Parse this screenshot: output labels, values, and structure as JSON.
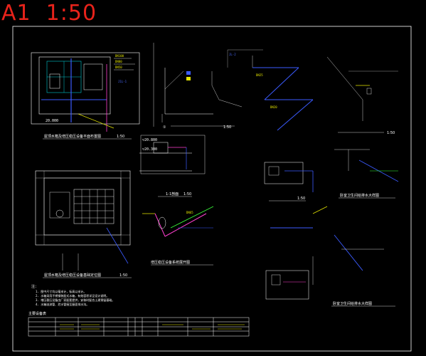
{
  "drawing": {
    "scale_label": "A1  1:50",
    "colors": {
      "background": "#000000",
      "frame": "#ffffff",
      "scale_label": "#e8231b",
      "pipe_supply": "#3b5bff",
      "pipe_drain": "#e6e600",
      "wall": "#ffffff",
      "equipment": "#00c8d0",
      "highlight": "#ff3fd0",
      "drain_pipe": "#3bff3b"
    }
  },
  "views": {
    "plan_top_title": "屋顶水箱及增压稳压设备平面布置图",
    "plan_top_scale": "1:50",
    "plan_bottom_title": "屋顶水箱及增压稳压设备基础定位图",
    "plan_bottom_scale": "1:50",
    "section_title": "1-1剖面",
    "section_scale": "1:50",
    "pump_title": "增压稳压设备系统展开图",
    "iso_a_label": "①",
    "iso_a_scale": "1:50",
    "iso_b_scale": "1:50",
    "iso_c_scale": "1:50",
    "bath1_title": "卧室卫生间给排水大样图",
    "bath2_title": "卧室卫生间给排水大样图"
  },
  "notes": {
    "heading": "注：",
    "lines": [
      "1. 图中尺寸均以毫米计，标高以米计。",
      "2. 水箱采用不锈钢装配式水箱，有效容积详见设计说明。",
      "3. 增压稳压设备由厂家配套提供，安装时配合土建预留基础。",
      "4. 水箱溢流管、泄水管接至屋面排水沟。"
    ]
  },
  "equipment_table": {
    "title": "主要设备表"
  }
}
